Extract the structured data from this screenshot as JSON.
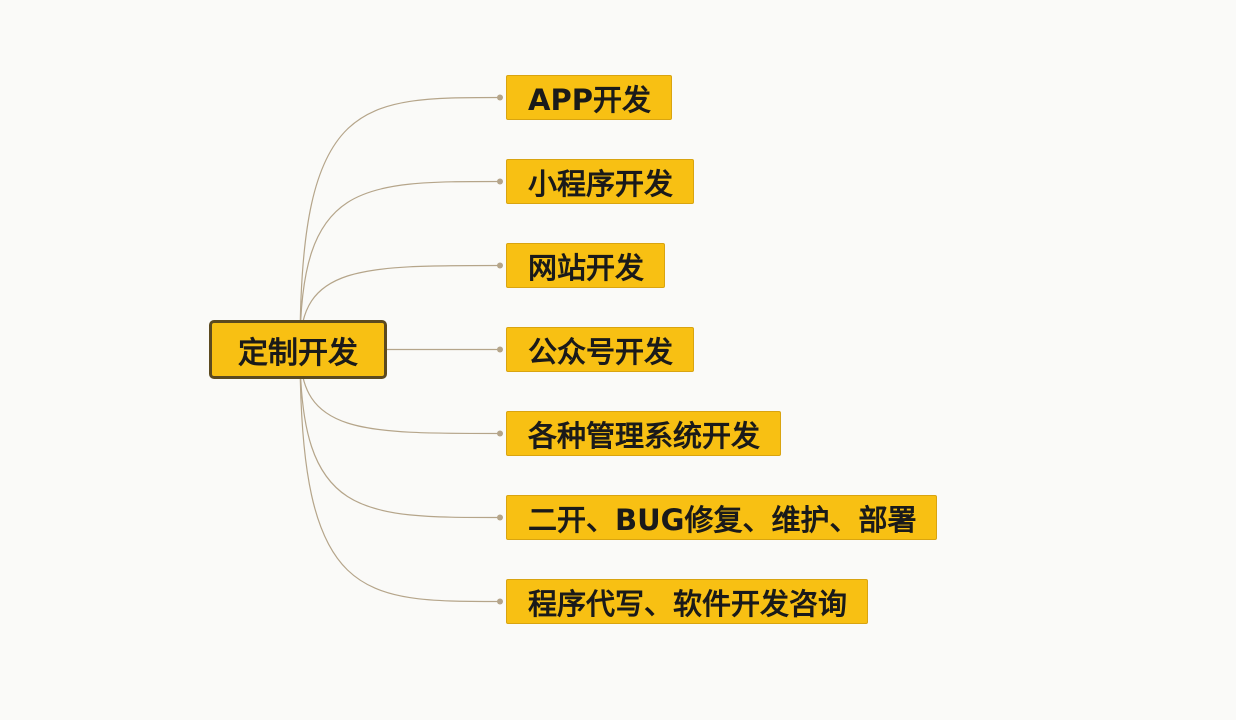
{
  "diagram": {
    "root": {
      "label": "定制开发"
    },
    "branches": [
      {
        "label": "APP开发"
      },
      {
        "label": "小程序开发"
      },
      {
        "label": "网站开发"
      },
      {
        "label": "公众号开发"
      },
      {
        "label": "各种管理系统开发"
      },
      {
        "label": "二开、BUG修复、维护、部署"
      },
      {
        "label": "程序代写、软件开发咨询"
      }
    ],
    "colors": {
      "node_fill": "#f8c013",
      "root_border": "#5c4a1f",
      "connector": "#b5a58a",
      "background": "#fafaf8"
    }
  }
}
